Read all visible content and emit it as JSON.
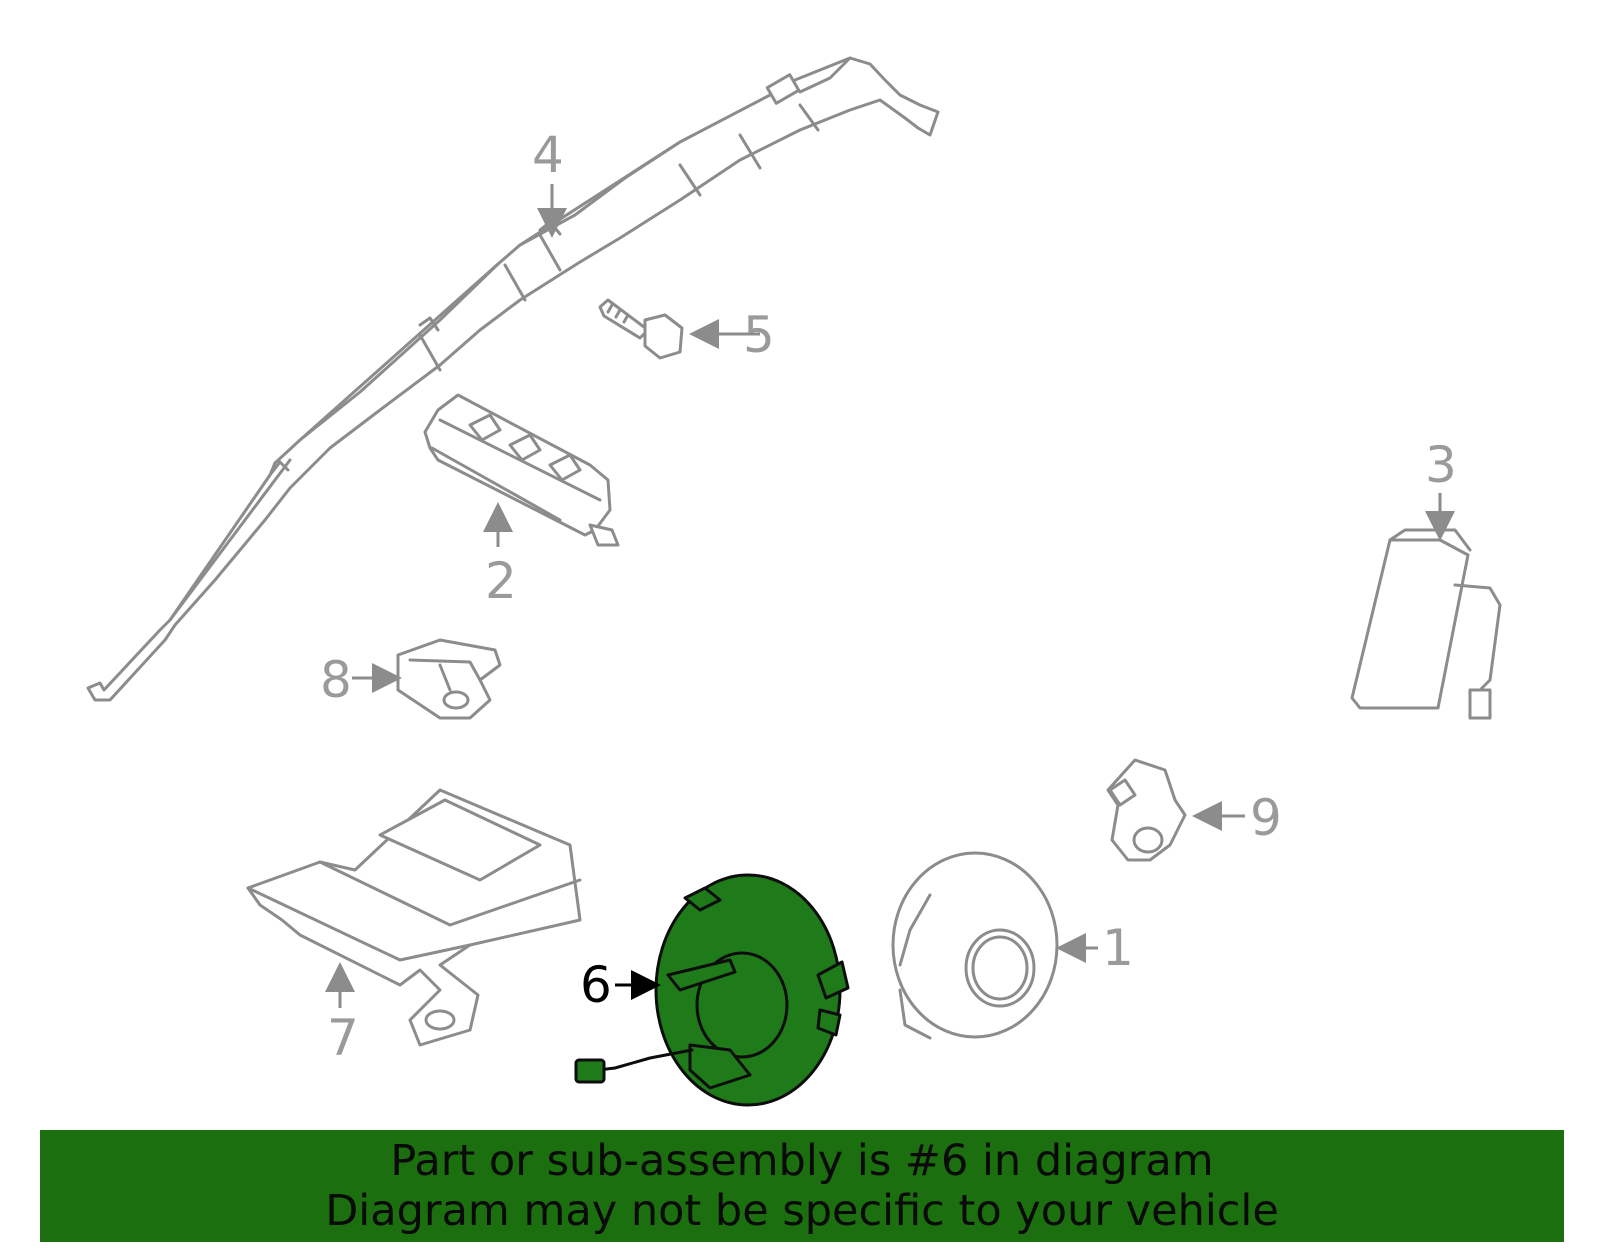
{
  "callouts": [
    {
      "id": "1",
      "label": "1",
      "highlighted": false
    },
    {
      "id": "2",
      "label": "2",
      "highlighted": false
    },
    {
      "id": "3",
      "label": "3",
      "highlighted": false
    },
    {
      "id": "4",
      "label": "4",
      "highlighted": false
    },
    {
      "id": "5",
      "label": "5",
      "highlighted": false
    },
    {
      "id": "6",
      "label": "6",
      "highlighted": true
    },
    {
      "id": "7",
      "label": "7",
      "highlighted": false
    },
    {
      "id": "8",
      "label": "8",
      "highlighted": false
    },
    {
      "id": "9",
      "label": "9",
      "highlighted": false
    }
  ],
  "banner": {
    "line1": "Part or sub-assembly is #6 in diagram",
    "line2": "Diagram may not be specific to your vehicle"
  },
  "colors": {
    "highlight_fill": "#1f7a1a",
    "banner_bg": "#1c6f0e",
    "outline_gray": "#8c8c8c"
  }
}
